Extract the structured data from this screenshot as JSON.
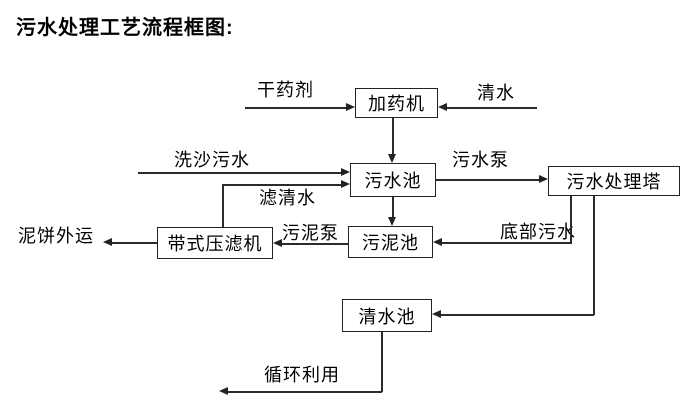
{
  "title": "污水处理工艺流程框图:",
  "nodes": {
    "dosing_machine": {
      "label": "加药机"
    },
    "sewage_pool": {
      "label": "污水池"
    },
    "treatment_tower": {
      "label": "污水处理塔"
    },
    "sludge_pool": {
      "label": "污泥池"
    },
    "belt_filter_press": {
      "label": "带式压滤机"
    },
    "clean_water_pool": {
      "label": "清水池"
    }
  },
  "flow_labels": {
    "dry_chemical": "干药剂",
    "clean_water": "清水",
    "sand_washing_sewage": "洗沙污水",
    "sewage_pump": "污水泵",
    "filtered_clean_water": "滤清水",
    "sludge_pump": "污泥泵",
    "bottom_sewage": "底部污水",
    "mud_cake_outbound": "泥饼外运",
    "recycle_use": "循环利用"
  },
  "edges": [
    {
      "from": "dry_chemical_input",
      "to": "dosing_machine",
      "label": "干药剂"
    },
    {
      "from": "clean_water_input",
      "to": "dosing_machine",
      "label": "清水"
    },
    {
      "from": "dosing_machine",
      "to": "sewage_pool",
      "label": ""
    },
    {
      "from": "sand_washing_input",
      "to": "sewage_pool",
      "label": "洗沙污水"
    },
    {
      "from": "belt_filter_press",
      "to": "sewage_pool",
      "label": "滤清水"
    },
    {
      "from": "sewage_pool",
      "to": "treatment_tower",
      "label": "污水泵"
    },
    {
      "from": "sewage_pool",
      "to": "sludge_pool",
      "label": ""
    },
    {
      "from": "treatment_tower",
      "to": "sludge_pool",
      "label": "底部污水"
    },
    {
      "from": "sludge_pool",
      "to": "belt_filter_press",
      "label": "污泥泵"
    },
    {
      "from": "belt_filter_press",
      "to": "mud_cake_output",
      "label": "泥饼外运"
    },
    {
      "from": "treatment_tower",
      "to": "clean_water_pool",
      "label": ""
    },
    {
      "from": "clean_water_pool",
      "to": "recycle_output",
      "label": "循环利用"
    }
  ],
  "colors": {
    "line": "#2b2b2b",
    "text": "#000000",
    "background": "#ffffff"
  }
}
